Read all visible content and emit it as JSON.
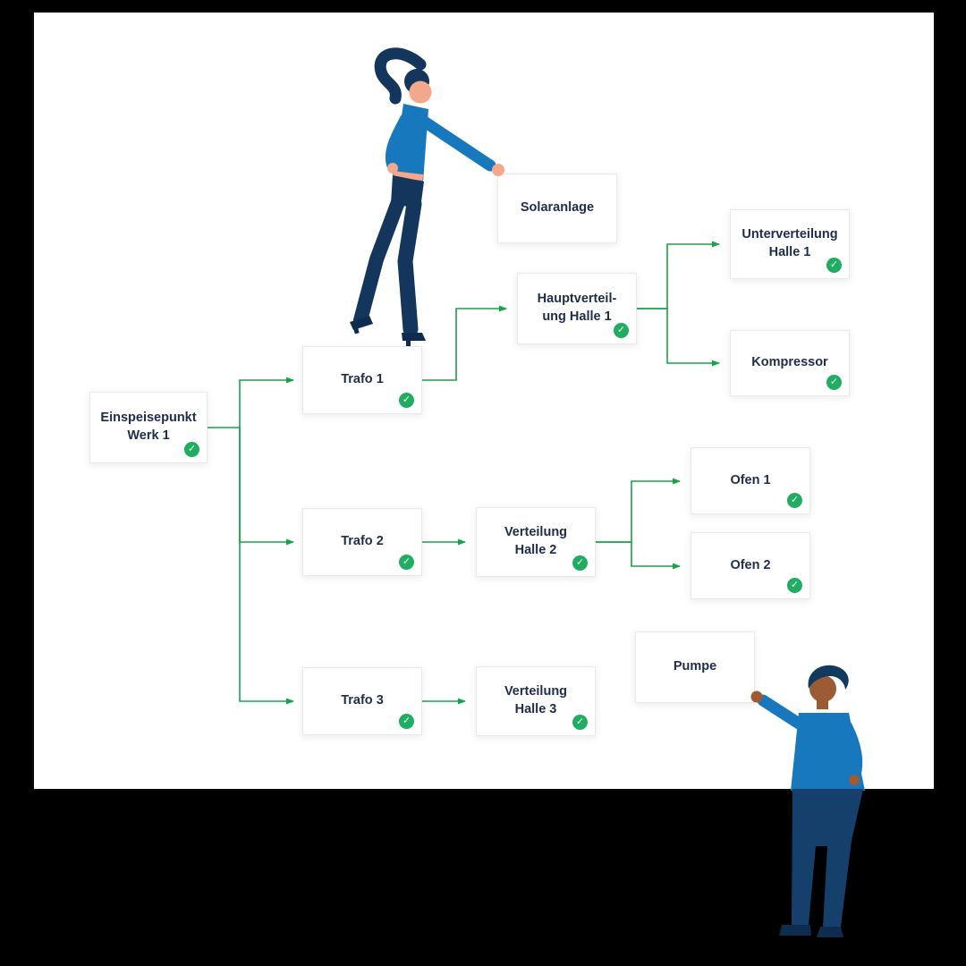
{
  "icons": {
    "check": "✓"
  },
  "colors": {
    "connector": "#16a34a",
    "check_bg": "#1fad61",
    "text": "#1f2d4d",
    "shirt_blue": "#1878be",
    "navy": "#14365c"
  },
  "nodes": {
    "einspeisepunkt": {
      "label": "Einspeisepunkt\nWerk 1",
      "checked": true
    },
    "trafo1": {
      "label": "Trafo 1",
      "checked": true
    },
    "solaranlage": {
      "label": "Solaranlage",
      "checked": false
    },
    "hauptverteilung_halle1": {
      "label": "Hauptverteil-\nung Halle 1",
      "checked": true
    },
    "unterverteilung_halle1": {
      "label": "Unterverteilung\nHalle 1",
      "checked": true
    },
    "kompressor": {
      "label": "Kompressor",
      "checked": true
    },
    "trafo2": {
      "label": "Trafo 2",
      "checked": true
    },
    "verteilung_halle2": {
      "label": "Verteilung\nHalle 2",
      "checked": true
    },
    "ofen1": {
      "label": "Ofen 1",
      "checked": true
    },
    "ofen2": {
      "label": "Ofen 2",
      "checked": true
    },
    "trafo3": {
      "label": "Trafo 3",
      "checked": true
    },
    "verteilung_halle3": {
      "label": "Verteilung\nHalle 3",
      "checked": true
    },
    "pumpe": {
      "label": "Pumpe",
      "checked": false
    }
  }
}
